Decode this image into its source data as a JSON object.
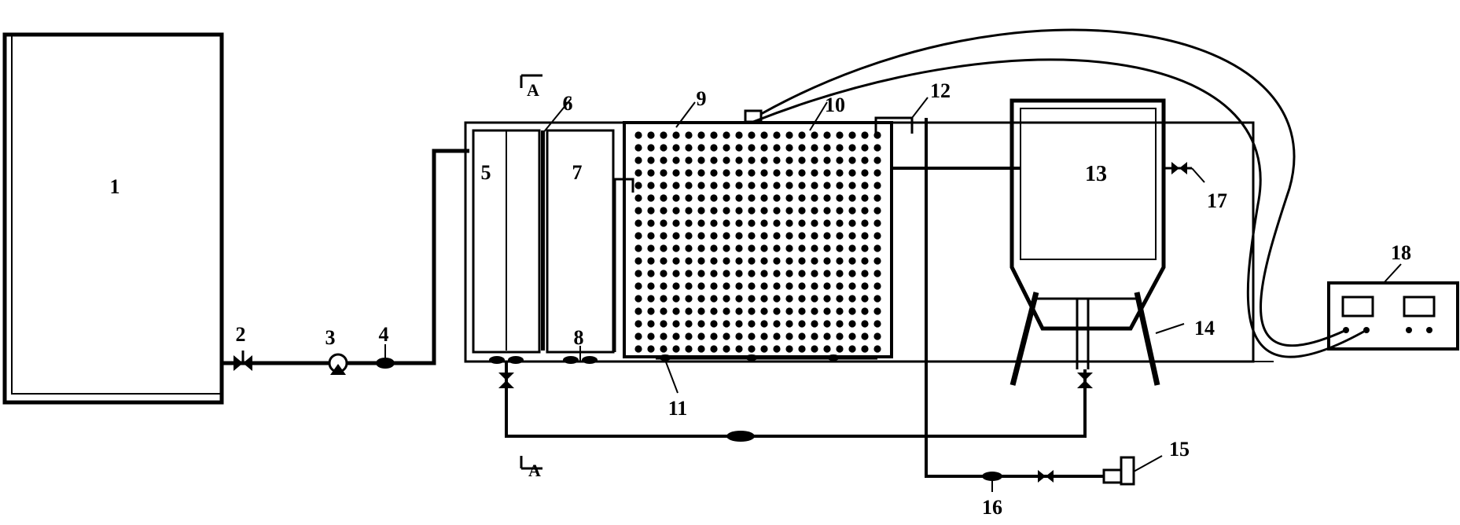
{
  "labels": {
    "l1": "1",
    "l2": "2",
    "l3": "3",
    "l4": "4",
    "l5": "5",
    "l6": "6",
    "l7": "7",
    "l8": "8",
    "l9": "9",
    "l10": "10",
    "l11": "11",
    "l12": "12",
    "l13": "13",
    "l14": "14",
    "l15": "15",
    "l16": "16",
    "l17": "17",
    "l18": "18"
  },
  "section_marks": {
    "top": "A",
    "bottom": "A"
  },
  "colors": {
    "line": "#000000",
    "background": "#ffffff"
  }
}
